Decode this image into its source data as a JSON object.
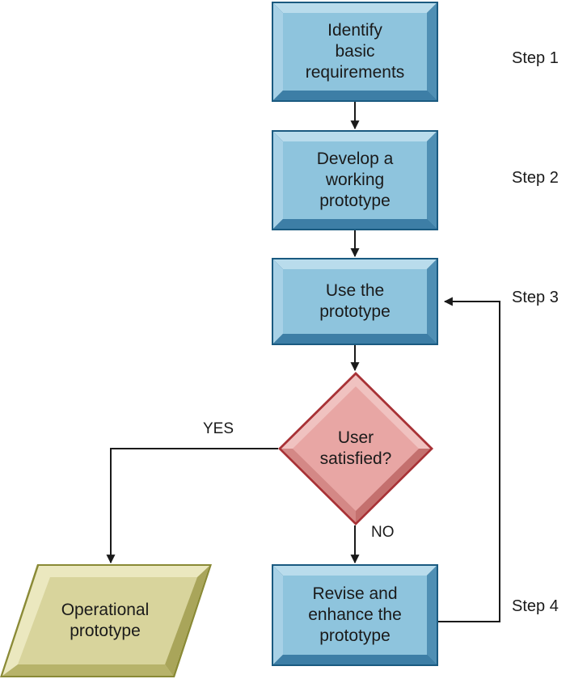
{
  "diagram": {
    "nodes": [
      {
        "id": "identify",
        "label": "Identify\nbasic\nrequirements"
      },
      {
        "id": "develop",
        "label": "Develop a\nworking\nprototype"
      },
      {
        "id": "use",
        "label": "Use the\nprototype"
      },
      {
        "id": "decision",
        "label": "User\nsatisfied?"
      },
      {
        "id": "revise",
        "label": "Revise and\nenhance the\nprototype"
      },
      {
        "id": "operational",
        "label": "Operational\nprototype"
      }
    ],
    "steps": [
      "Step 1",
      "Step 2",
      "Step 3",
      "Step 4"
    ],
    "branches": {
      "yes": "YES",
      "no": "NO"
    },
    "colors": {
      "process_fill": "#8ec4dd",
      "process_border": "#1a5a80",
      "decision_fill": "#e8a6a4",
      "decision_border": "#a83236",
      "output_fill": "#d8d49c",
      "output_border": "#8a8a36",
      "line": "#1a1a1a"
    }
  }
}
